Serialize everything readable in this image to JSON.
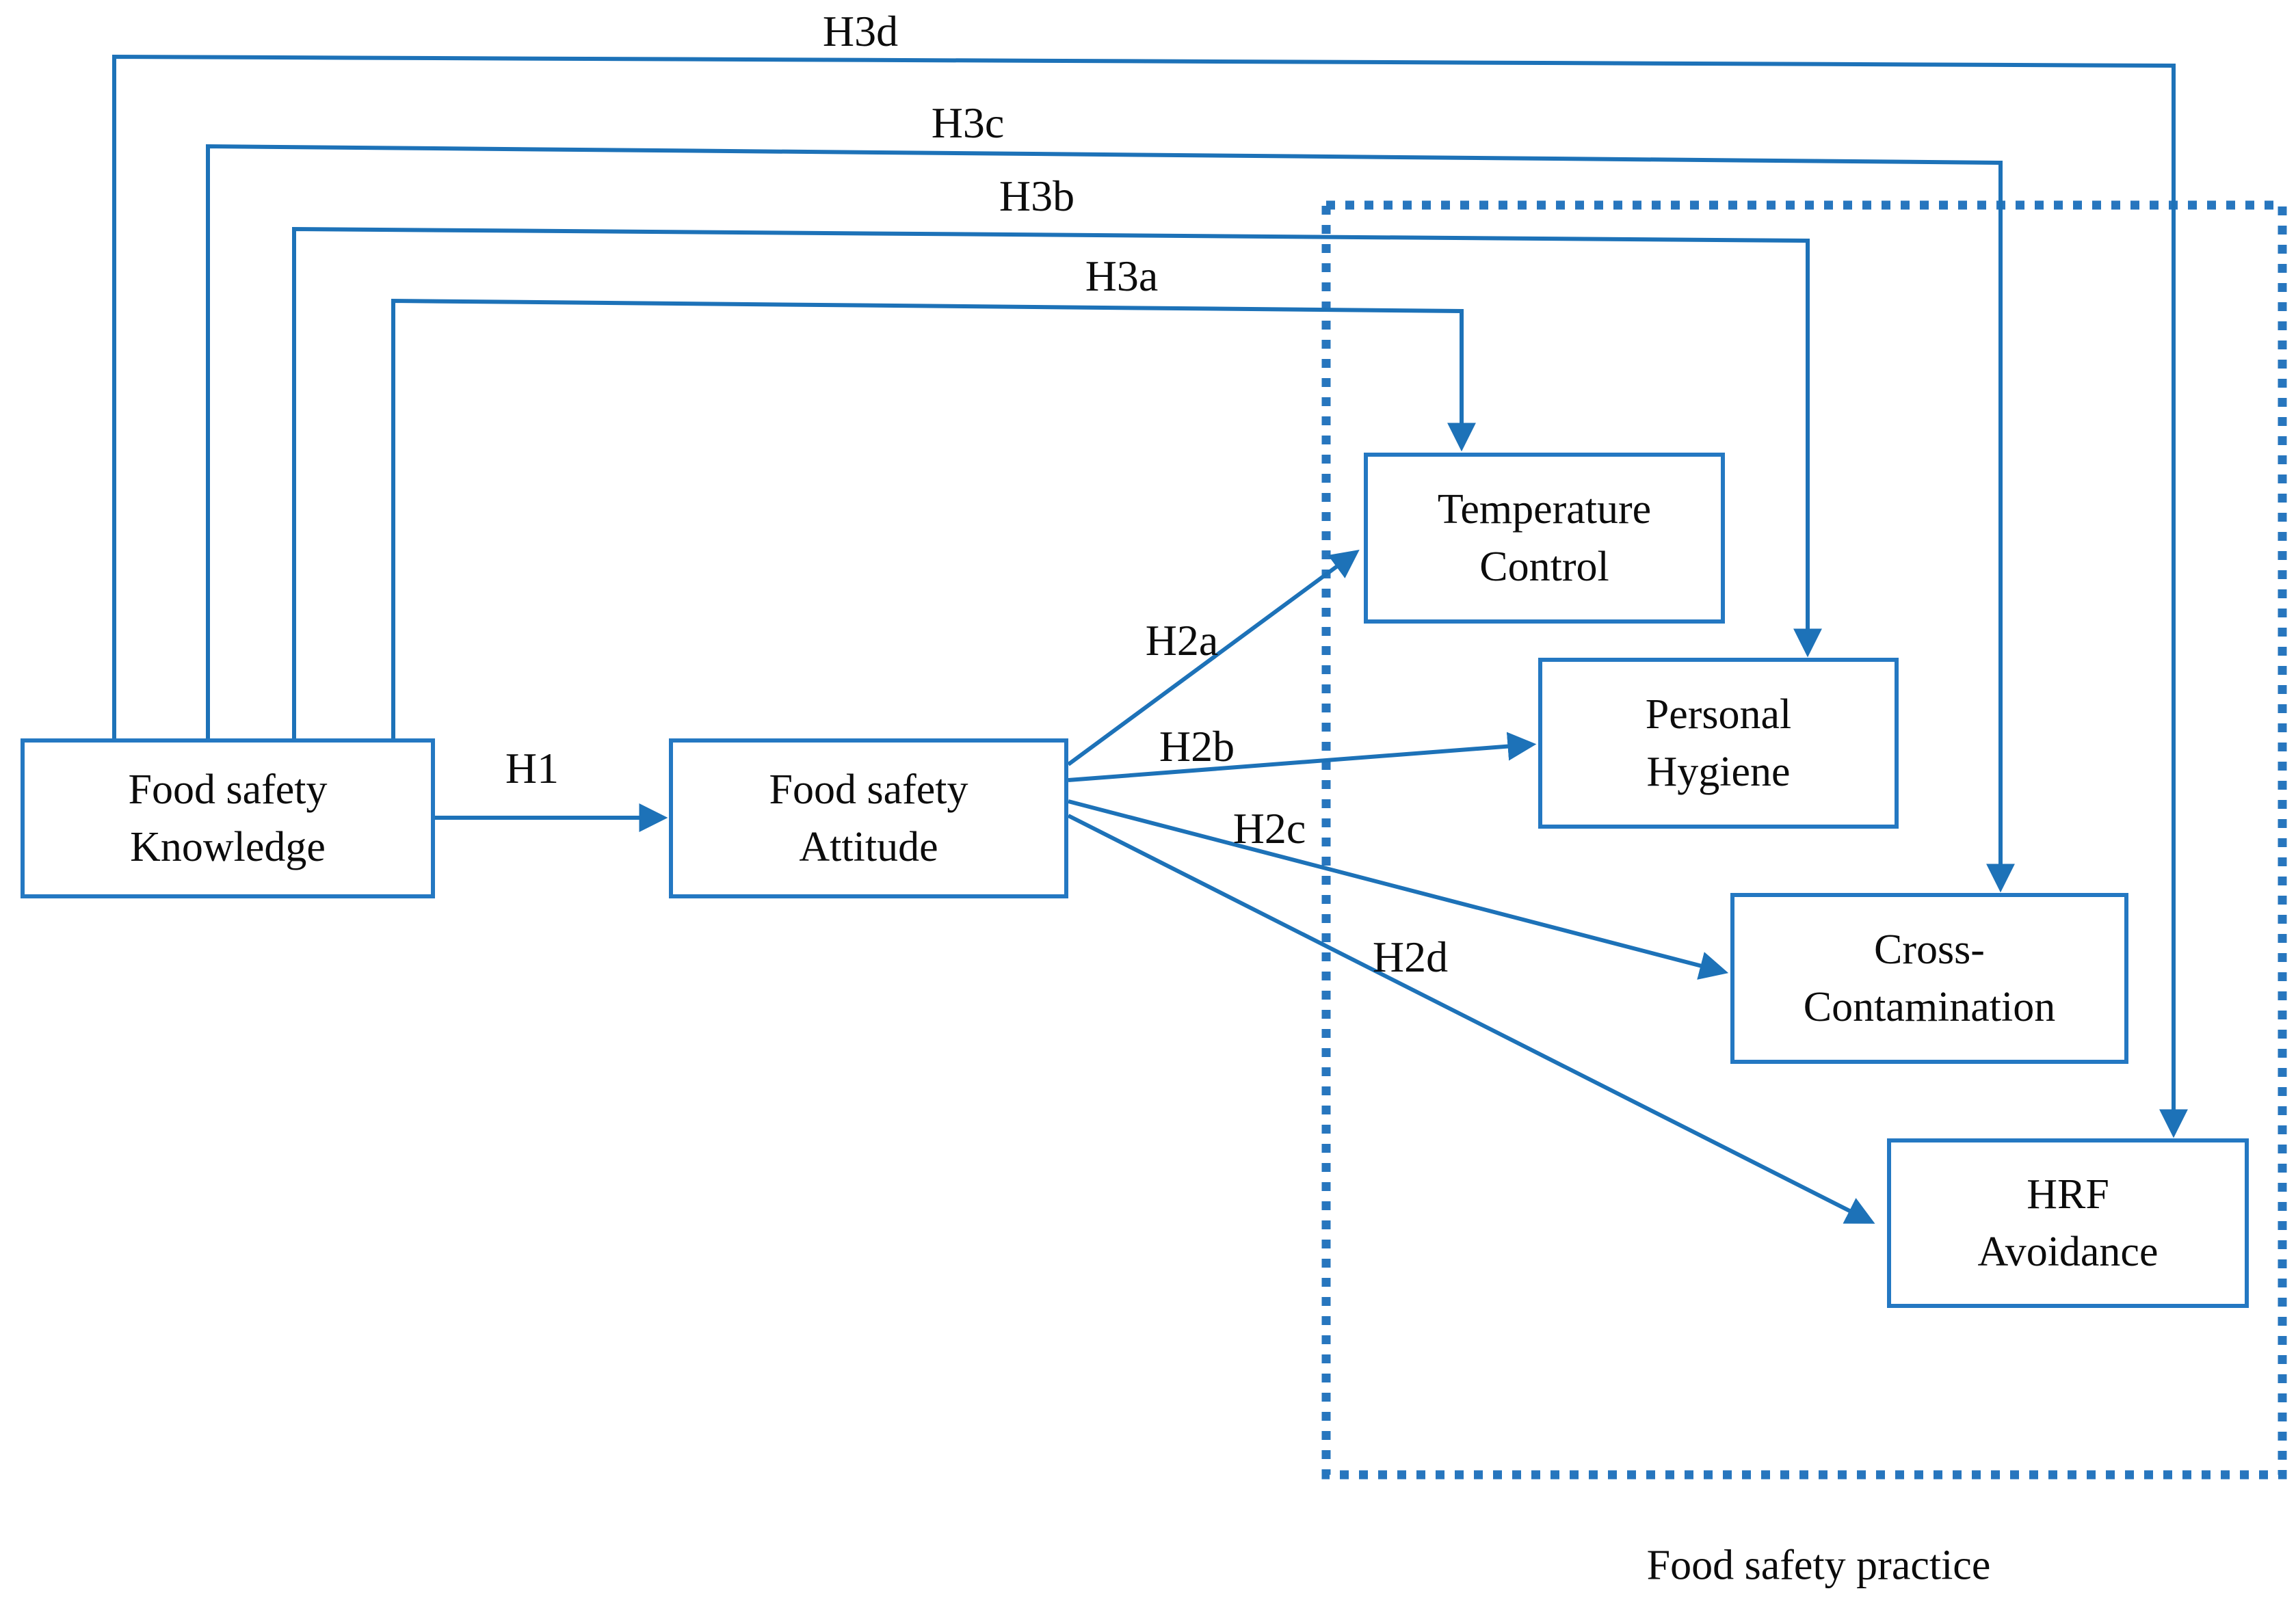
{
  "title": "Food safety hypothesis path diagram",
  "colors": {
    "connector_blue": "#1d72b8",
    "box_border_blue": "#2478c2",
    "dotted_border_blue": "#2776be",
    "text_black": "#0c0c0c",
    "background": "#ffffff"
  },
  "nodes": {
    "knowledge": {
      "label": "Food safety Knowledge"
    },
    "attitude": {
      "label": "Food safety Attitude"
    },
    "temperature": {
      "label": "Temperature Control"
    },
    "hygiene": {
      "label": "Personal Hygiene"
    },
    "cross": {
      "label": "Cross-Contamination"
    },
    "hrf": {
      "label": "HRF Avoidance"
    }
  },
  "group": {
    "caption": "Food safety practice",
    "members": [
      "Temperature Control",
      "Personal Hygiene",
      "Cross-Contamination",
      "HRF Avoidance"
    ]
  },
  "edges": {
    "h1": {
      "label": "H1",
      "from": "Food safety Knowledge",
      "to": "Food safety Attitude"
    },
    "h2a": {
      "label": "H2a",
      "from": "Food safety Attitude",
      "to": "Temperature Control"
    },
    "h2b": {
      "label": "H2b",
      "from": "Food safety Attitude",
      "to": "Personal Hygiene"
    },
    "h2c": {
      "label": "H2c",
      "from": "Food safety Attitude",
      "to": "Cross-Contamination"
    },
    "h2d": {
      "label": "H2d",
      "from": "Food safety Attitude",
      "to": "HRF Avoidance"
    },
    "h3a": {
      "label": "H3a",
      "from": "Food safety Knowledge",
      "to": "Temperature Control"
    },
    "h3b": {
      "label": "H3b",
      "from": "Food safety Knowledge",
      "to": "Personal Hygiene"
    },
    "h3c": {
      "label": "H3c",
      "from": "Food safety Knowledge",
      "to": "Cross-Contamination"
    },
    "h3d": {
      "label": "H3d",
      "from": "Food safety Knowledge",
      "to": "HRF Avoidance"
    }
  }
}
